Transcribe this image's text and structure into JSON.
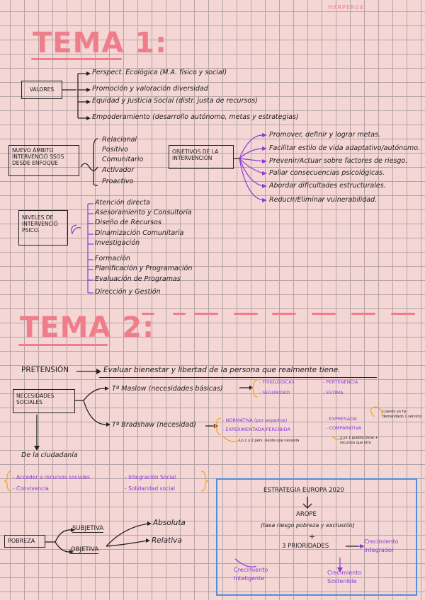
{
  "signature": "HARPER04",
  "tema1": {
    "title": "TEMA 1:",
    "valores": {
      "label": "VALORES",
      "items": [
        "Perspect. Ecológica (M.A. físico y social)",
        "Promoción y valoración diversidad",
        "Equidad y Justicia Social (distr. justa de recursos)",
        "Empoderamiento (desarrollo autónomo, metas y estrategias)"
      ]
    },
    "ambito": {
      "label": "NUEVO ÁMBITO INTERVENCIÓ SSOS DESDE ENFOQUE",
      "items": [
        "Relacional",
        "Positivo",
        "Comunitario",
        "Activador",
        "Proactivo"
      ]
    },
    "objetivos": {
      "label": "OBJETIVOS DE LA INTERVENCIÓN",
      "items": [
        "Promover, definir y lograr metas.",
        "Facilitar estilo de vida adaptativo/autónomo.",
        "Prevenir/Actuar sobre factores de riesgo.",
        "Paliar consecuencias psicológicas.",
        "Abordar dificultades estructurales.",
        "Reducir/Eliminar vulnerabilidad."
      ]
    },
    "niveles": {
      "label": "NIVELES DE INTERVENCIÓ PSICO.",
      "items": [
        "Atención directa",
        "Asesoramiento y Consultoría",
        "Diseño de Recursos",
        "Dinamización Comunitaria",
        "Investigación",
        "Formación",
        "Planificación y Programación",
        "Evaluación de Programas",
        "Dirección y Gestión"
      ]
    }
  },
  "tema2": {
    "title": "TEMA 2:",
    "pretension": {
      "label": "PRETENSIÓN",
      "text": "Evaluar bienestar y libertad de la persona que realmente tiene."
    },
    "necesidades": {
      "label": "NECESIDADES SOCIALES",
      "maslow": "Tª Maslow (necesidades básicas)",
      "maslow_items": [
        "- FISIOLÓGICAS",
        "- SEGURIDAD",
        "- PERTENENCIA",
        "- ESTIMA"
      ],
      "bradshaw": "Tª Bradshaw (necesidad)",
      "bradshaw_left": [
        "- NORMATIVA (por expertos)",
        "- EXPERIMENTADA/PERCIBIDA"
      ],
      "bradshaw_right": [
        "- EXPRESADA",
        "- COMPARATIVA"
      ],
      "note_left": "Lo 1 y 2 pers. siente que necesita",
      "note_mid": "2 vs 1 pueblo tiene + recursos que otro",
      "note_right": "cuando ya ha demandado 1 servicio"
    },
    "ciudadania": {
      "label": "De la ciudadanía",
      "items": [
        "- Acceder a recursos sociales",
        "- Convivencia",
        "- Integración Social",
        "- Solidaridad social"
      ]
    },
    "pobreza": {
      "label": "POBREZA",
      "subjetiva": "SUBJETIVA",
      "objetiva": "OBJETIVA",
      "absoluta": "Absoluta",
      "relativa": "Relativa"
    },
    "europa": {
      "title": "ESTRATEGIA EUROPA 2020",
      "arope": "AROPE",
      "arope_desc": "(tasa riesgo pobreza y exclusión)",
      "plus": "+",
      "prioridades": "3 PRIORIDADES",
      "items": [
        "Crecimiento Integrador",
        "Crecimiento Inteligente",
        "Crecimiento Sostenible"
      ]
    }
  }
}
